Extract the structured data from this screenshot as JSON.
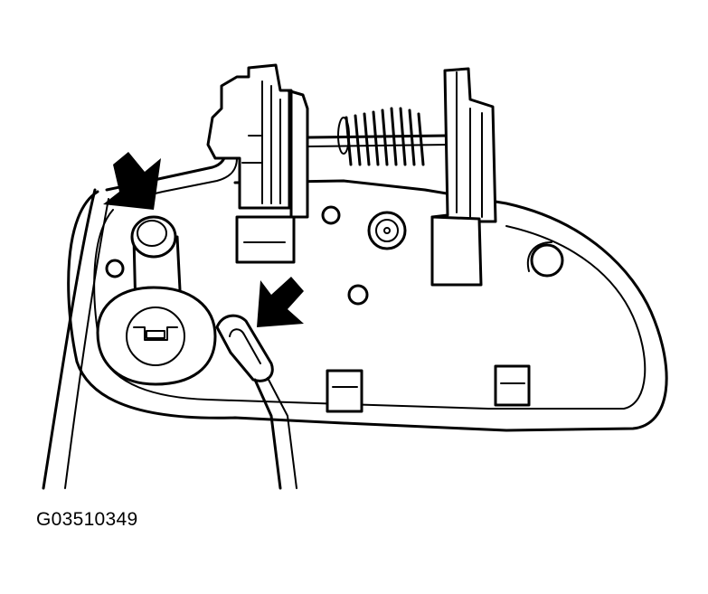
{
  "figure": {
    "code": "G03510349",
    "callouts": [
      {
        "name": "arrow-upper-left",
        "icon": "down-right-arrow-icon"
      },
      {
        "name": "arrow-center",
        "icon": "down-left-arrow-icon"
      }
    ]
  }
}
